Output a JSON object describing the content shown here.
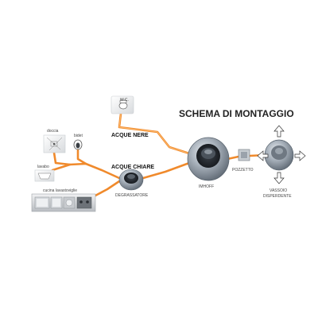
{
  "diagram": {
    "title": "SCHEMA DI MONTAGGIO",
    "labels": {
      "wc": "W.C.",
      "doccia": "doccia",
      "bidet": "bidet",
      "lavabo": "lavabo",
      "cucina": "cucina lavastoviglie",
      "acque_nere": "ACQUE NERE",
      "acque_chiare": "ACQUE CHIARE",
      "degrassatore": "DEGRASSATORE",
      "imhoff": "IMHOFF",
      "pozzetto": "POZZETTO",
      "vassoio_line1": "VASSOIO",
      "vassoio_line2": "DISPERDENTE"
    },
    "colors": {
      "pipe": "#f08a2c",
      "title": "#222222",
      "tank": "#8c97a4",
      "background": "#ffffff"
    },
    "icons": [
      "toilet-icon",
      "shower-icon",
      "bidet-icon",
      "sink-icon",
      "kitchen-appliances-icon",
      "arrow-up-icon",
      "arrow-down-icon",
      "arrow-left-icon",
      "arrow-right-icon"
    ]
  }
}
